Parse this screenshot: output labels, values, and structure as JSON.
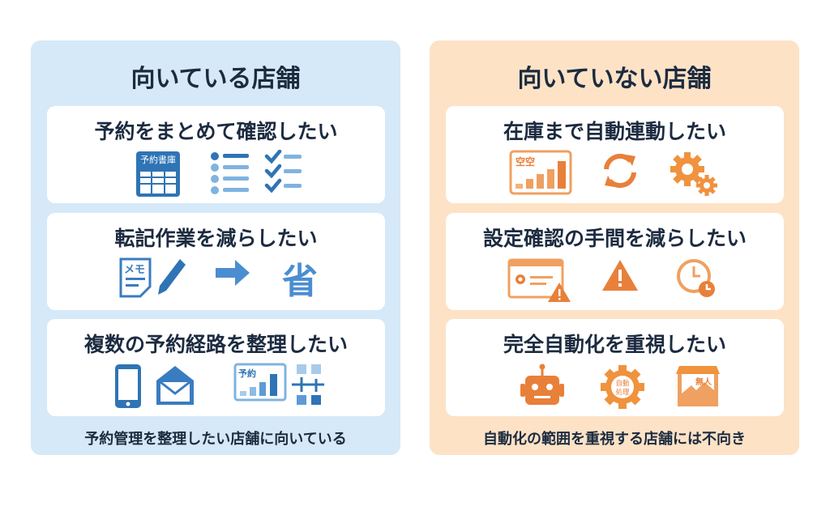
{
  "left": {
    "title": "向いている店舗",
    "cards": [
      {
        "title": "予約をまとめて確認したい",
        "icons": [
          "reservation-ledger-icon",
          "list-icon",
          "checklist-icon"
        ],
        "ledger_label": "予約書庫"
      },
      {
        "title": "転記作業を減らしたい",
        "icons": [
          "memo-icon",
          "pencil-icon",
          "arrow-right-icon",
          "save-kanji-icon"
        ],
        "memo_label": "メモ",
        "save_label": "省"
      },
      {
        "title": "複数の予約経路を整理したい",
        "icons": [
          "smartphone-icon",
          "mail-icon",
          "reservation-chart-icon",
          "flow-blocks-icon"
        ],
        "chart_label": "予約"
      }
    ],
    "footer": "予約管理を整理したい店舗に向いている"
  },
  "right": {
    "title": "向いていない店舗",
    "cards": [
      {
        "title": "在庫まで自動連動したい",
        "icons": [
          "inventory-chart-icon",
          "sync-icon",
          "gears-icon"
        ],
        "chart_label": "空空"
      },
      {
        "title": "設定確認の手間を減らしたい",
        "icons": [
          "settings-window-warning-icon",
          "warning-icon",
          "clock-icon"
        ]
      },
      {
        "title": "完全自動化を重視したい",
        "icons": [
          "robot-icon",
          "auto-gear-icon",
          "unmanned-store-icon"
        ],
        "gear_label_1": "自動",
        "gear_label_2": "処理",
        "store_label": "無人"
      }
    ],
    "footer": "自動化の範囲を重視する店舗には不向き"
  },
  "colors": {
    "blue": "#2f74b5",
    "light_blue": "#7fb3e0",
    "orange": "#e8803a",
    "light_orange": "#f4b27a"
  }
}
